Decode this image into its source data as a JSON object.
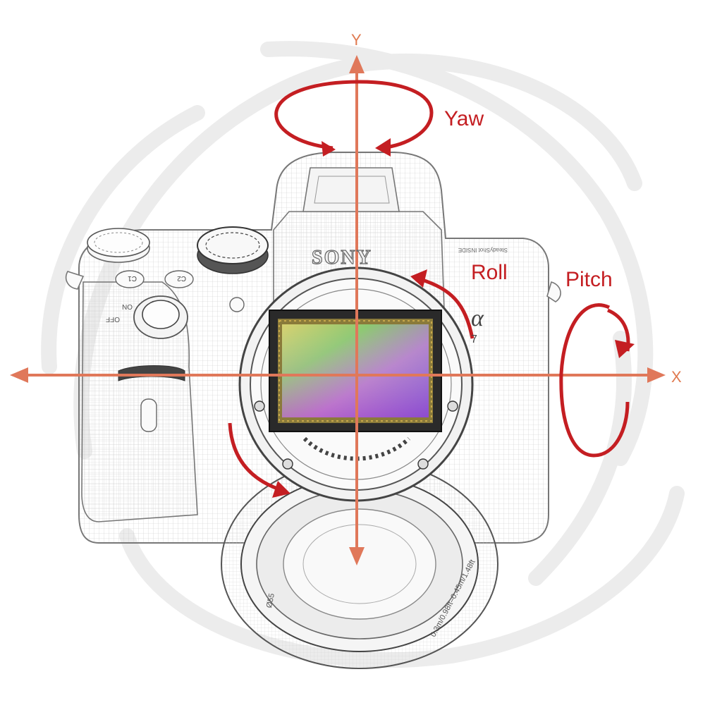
{
  "axes": {
    "x_label": "X",
    "y_label": "Y"
  },
  "rotations": {
    "yaw_label": "Yaw",
    "roll_label": "Roll",
    "pitch_label": "Pitch"
  },
  "camera": {
    "brand": "SONY",
    "model_badge": "7",
    "mode_dial_label": "",
    "power_on": "ON",
    "power_off": "OFF",
    "custom_button_1": "C1",
    "custom_button_2": "C2",
    "alpha_symbol": "α",
    "steady_shot_text": "SteadyShot INSIDE",
    "lens_marking_left": "Ø55",
    "lens_marking_right": "0.3m/0.98ft–0.45m/1.48ft"
  },
  "colors": {
    "axis": "#e0785a",
    "rotation": "#c41e22",
    "label": "#c41e22",
    "axis_label": "#e07a50",
    "watermark": "#e8e8e8"
  }
}
